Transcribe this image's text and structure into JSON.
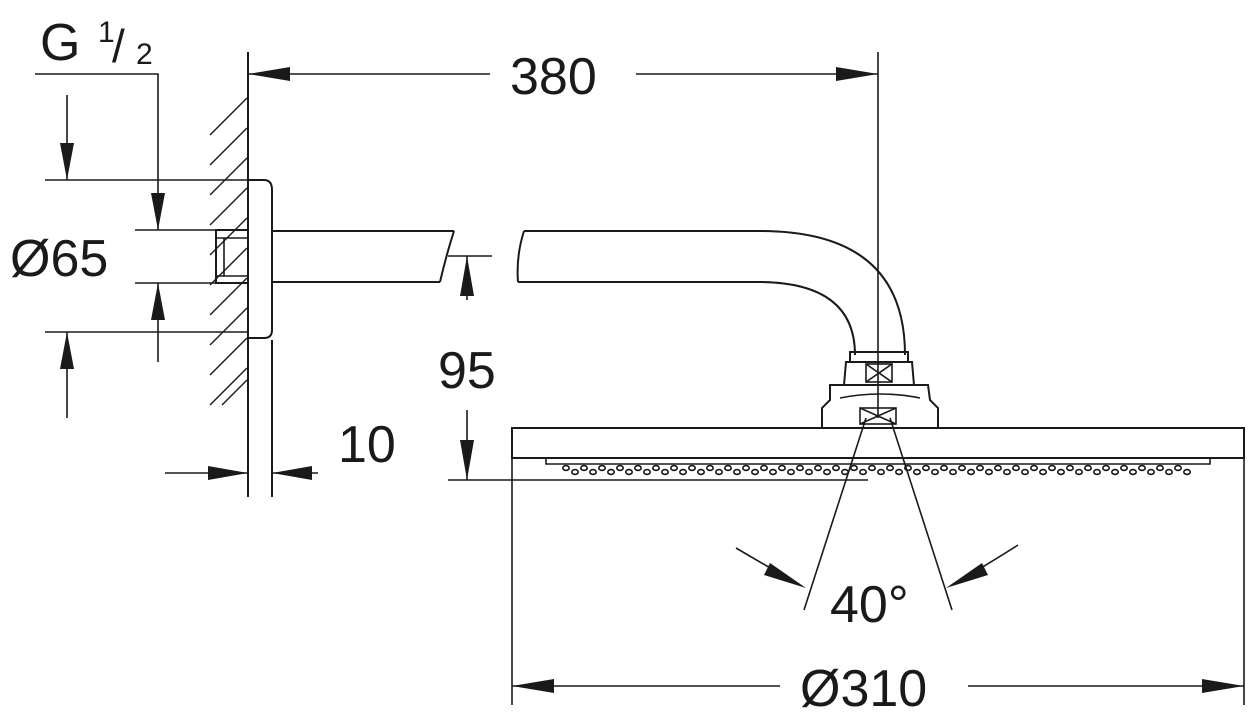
{
  "thread": {
    "label": "G",
    "fraction_numerator": "1",
    "fraction_slash": "/",
    "fraction_denominator": "2"
  },
  "dimensions": {
    "arm_reach": "380",
    "flange_diameter": "Ø65",
    "drop_height": "95",
    "wall_offset": "10",
    "spray_angle": "40°",
    "head_diameter": "Ø310"
  }
}
